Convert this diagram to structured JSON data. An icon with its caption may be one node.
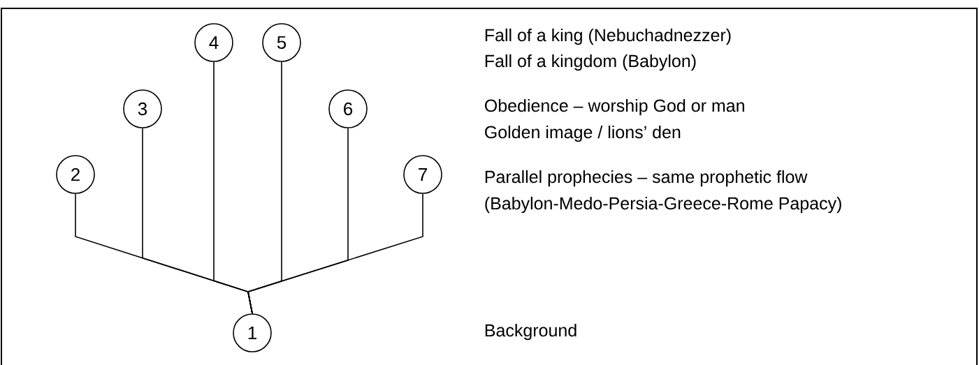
{
  "diagram": {
    "nodes": [
      {
        "text": [
          "1"
        ]
      },
      {
        "text": [
          "2"
        ]
      },
      {
        "text": [
          "3"
        ]
      },
      {
        "text": [
          "4"
        ]
      },
      {
        "text": [
          "5"
        ]
      },
      {
        "text": [
          "6"
        ]
      },
      {
        "text": [
          "7"
        ]
      }
    ],
    "edges": [
      {
        "from": 0,
        "to": 1,
        "arrow": "none"
      },
      {
        "from": 0,
        "to": 2,
        "arrow": "none"
      },
      {
        "from": 0,
        "to": 3,
        "arrow": "none"
      },
      {
        "from": 0,
        "to": 4,
        "arrow": "none"
      },
      {
        "from": 0,
        "to": 5,
        "arrow": "none"
      },
      {
        "from": 0,
        "to": 6,
        "arrow": "none"
      }
    ],
    "labels": [
      "Fall of a king (Nebuchadnezzer)",
      "Fall of a kingdom (Babylon)",
      "Obedience – worship God or man",
      "Golden image / lions’ den",
      "Parallel prophecies – same prophetic flow",
      "(Babylon-Medo-Persia-Greece-Rome Papacy)",
      "Background"
    ]
  }
}
